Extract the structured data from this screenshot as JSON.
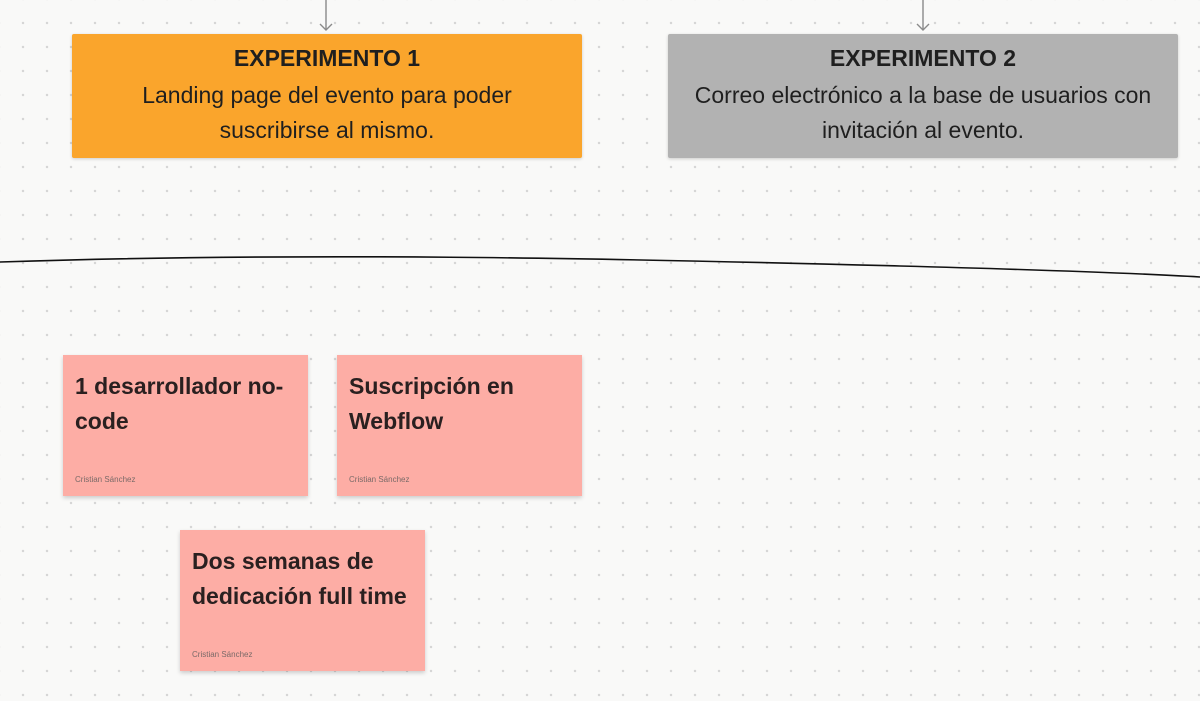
{
  "experiments": [
    {
      "title": "EXPERIMENTO 1",
      "description": "Landing page del evento para poder suscribirse al mismo.",
      "color": "#faa52c"
    },
    {
      "title": "EXPERIMENTO 2",
      "description": "Correo electrónico a la base de usuarios con invitación al evento.",
      "color": "#b2b2b2"
    }
  ],
  "stickies": [
    {
      "text": "1 desarrollador no-code",
      "author": "Cristian Sánchez",
      "color": "#fdada5"
    },
    {
      "text": "Suscripción en Webflow",
      "author": "Cristian Sánchez",
      "color": "#fdada5"
    },
    {
      "text": "Dos semanas de dedicación full time",
      "author": "Cristian Sánchez",
      "color": "#fdada5"
    }
  ],
  "icons": [
    "arrow-down-icon",
    "arrow-down-icon"
  ]
}
